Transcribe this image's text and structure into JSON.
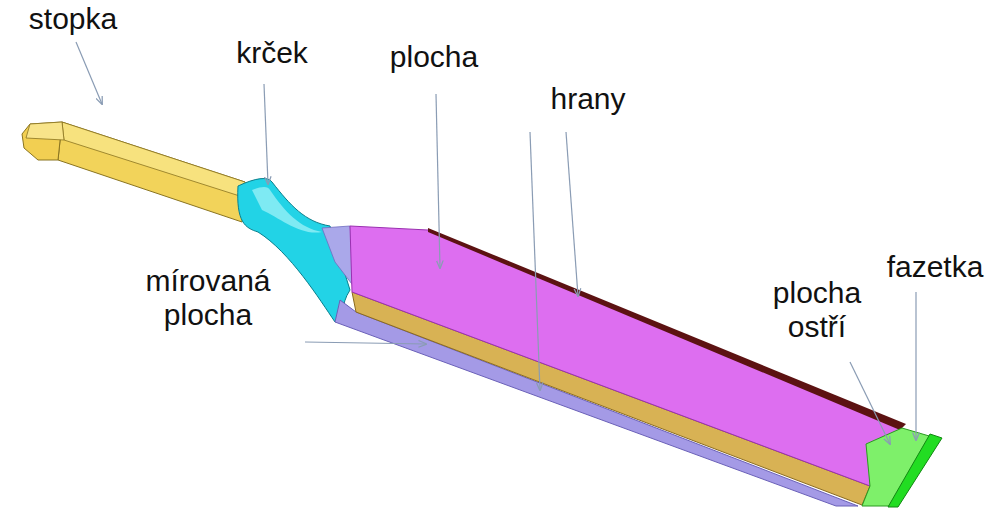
{
  "diagram": {
    "labels": [
      "stopka",
      "krček",
      "plocha",
      "hrany",
      "mírovaná plocha",
      "plocha ostří",
      "fazetka"
    ]
  }
}
